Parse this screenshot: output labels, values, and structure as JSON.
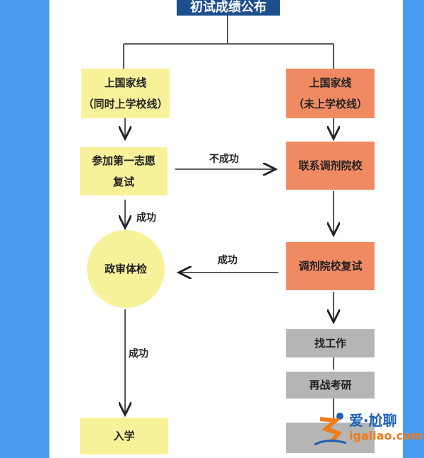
{
  "title": "初试成绩公布",
  "left_branch": {
    "top_line1": "上国家线",
    "top_line2": "（同时上学校线）",
    "retest_line1": "参加第一志愿",
    "retest_line2": "复试",
    "success_label_1": "成功",
    "check": "政审体检",
    "success_label_2": "成功",
    "enroll": "入学"
  },
  "right_branch": {
    "top_line1": "上国家线",
    "top_line2": "（未上学校线）",
    "fail_label": "不成功",
    "contact": "联系调剂院校",
    "adjust_retest": "调剂院校复试",
    "success_label": "成功",
    "job": "找工作",
    "retry": "再战考研"
  },
  "watermark": {
    "text": "爱·尬聊",
    "domain": "igaliao.com"
  }
}
